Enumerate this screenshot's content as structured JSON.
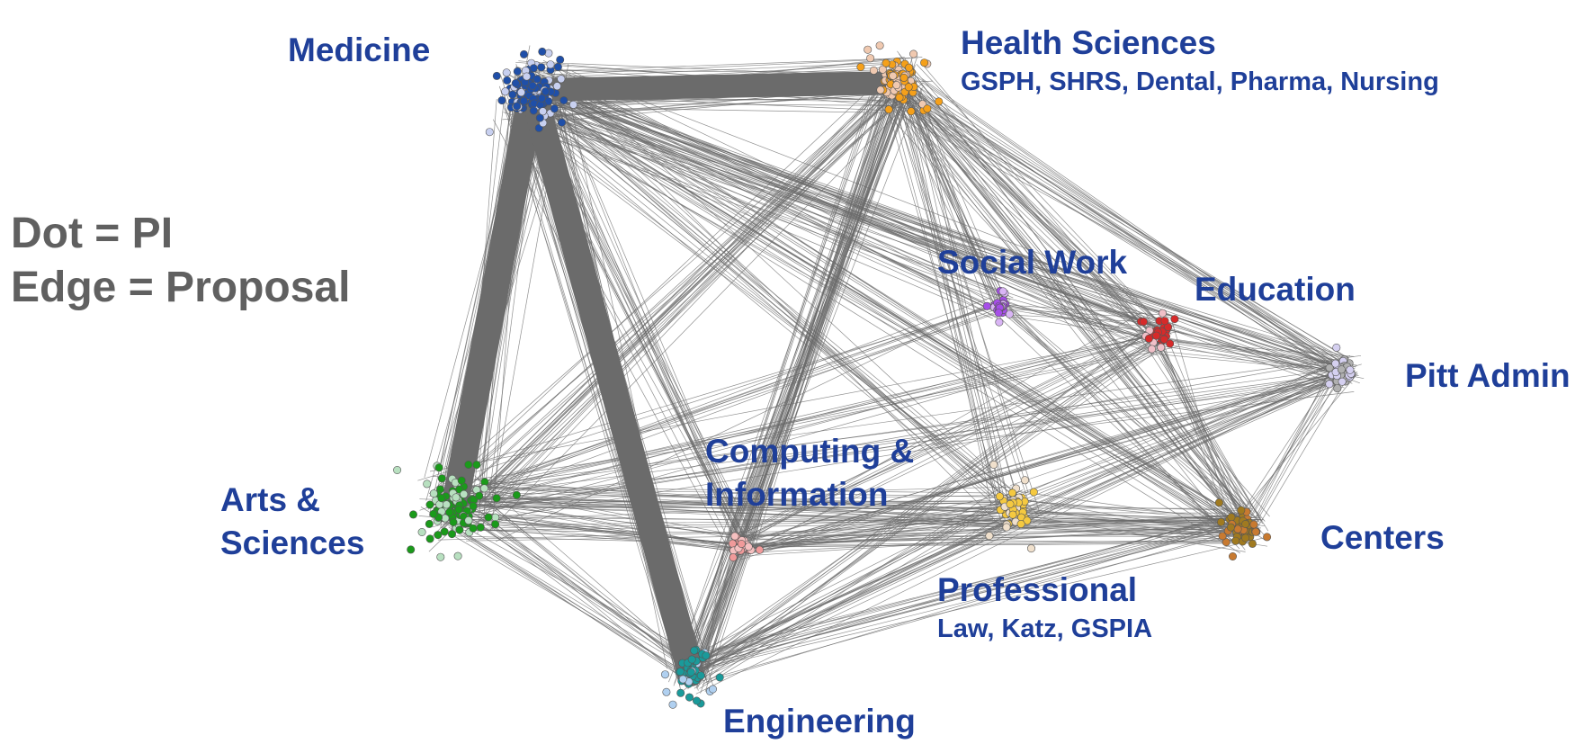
{
  "legend": {
    "line1": "Dot =  PI",
    "line2": "Edge = Proposal"
  },
  "colors": {
    "label": "#1f3f99",
    "legend": "#606060",
    "edge": "#6b6b6b"
  },
  "clusters": [
    {
      "id": "medicine",
      "name": "Medicine",
      "sub": "",
      "color": "#1f4fa8",
      "alt": "#c8d0f0"
    },
    {
      "id": "health",
      "name": "Health Sciences",
      "sub": "GSPH, SHRS, Dental, Pharma, Nursing",
      "color": "#f5a01a",
      "alt": "#f0c9b0"
    },
    {
      "id": "socialwork",
      "name": "Social Work",
      "sub": "",
      "color": "#a64ee8",
      "alt": "#d9b5f5"
    },
    {
      "id": "education",
      "name": "Education",
      "sub": "",
      "color": "#d62a2a",
      "alt": "#f0c0c8"
    },
    {
      "id": "pittadmin",
      "name": "Pitt Admin",
      "sub": "",
      "color": "#b0b0b0",
      "alt": "#d5d0f0"
    },
    {
      "id": "arts",
      "name": "Arts &",
      "name2": "Sciences",
      "sub": "",
      "color": "#1a9a1a",
      "alt": "#b8e0c0"
    },
    {
      "id": "computing",
      "name": "Computing &",
      "name2": "Information",
      "sub": "",
      "color": "#f09a9a",
      "alt": "#f5c0c0"
    },
    {
      "id": "professional",
      "name": "Professional",
      "sub": "Law, Katz, GSPIA",
      "color": "#f5c940",
      "alt": "#f0e0cc"
    },
    {
      "id": "centers",
      "name": "Centers",
      "sub": "",
      "color": "#a07a20",
      "alt": "#c87a30"
    },
    {
      "id": "engineering",
      "name": "Engineering",
      "sub": "",
      "color": "#1a9a9a",
      "alt": "#b0d0f0"
    }
  ],
  "links": [
    {
      "a": "medicine",
      "b": "health",
      "weight": 10
    },
    {
      "a": "medicine",
      "b": "arts",
      "weight": 10
    },
    {
      "a": "medicine",
      "b": "engineering",
      "weight": 10
    },
    {
      "a": "health",
      "b": "engineering",
      "weight": 6
    },
    {
      "a": "health",
      "b": "arts",
      "weight": 5
    },
    {
      "a": "medicine",
      "b": "education",
      "weight": 5
    },
    {
      "a": "health",
      "b": "education",
      "weight": 4
    },
    {
      "a": "health",
      "b": "pittadmin",
      "weight": 4
    },
    {
      "a": "medicine",
      "b": "pittadmin",
      "weight": 4
    },
    {
      "a": "medicine",
      "b": "centers",
      "weight": 4
    },
    {
      "a": "health",
      "b": "centers",
      "weight": 4
    },
    {
      "a": "arts",
      "b": "centers",
      "weight": 4
    },
    {
      "a": "arts",
      "b": "engineering",
      "weight": 4
    },
    {
      "a": "engineering",
      "b": "computing",
      "weight": 4
    },
    {
      "a": "arts",
      "b": "computing",
      "weight": 4
    },
    {
      "a": "medicine",
      "b": "computing",
      "weight": 4
    },
    {
      "a": "health",
      "b": "computing",
      "weight": 4
    },
    {
      "a": "arts",
      "b": "professional",
      "weight": 3
    },
    {
      "a": "medicine",
      "b": "professional",
      "weight": 3
    },
    {
      "a": "health",
      "b": "professional",
      "weight": 3
    },
    {
      "a": "health",
      "b": "socialwork",
      "weight": 3
    },
    {
      "a": "medicine",
      "b": "socialwork",
      "weight": 3
    },
    {
      "a": "education",
      "b": "pittadmin",
      "weight": 3
    },
    {
      "a": "education",
      "b": "centers",
      "weight": 3
    },
    {
      "a": "engineering",
      "b": "centers",
      "weight": 3
    },
    {
      "a": "engineering",
      "b": "professional",
      "weight": 3
    },
    {
      "a": "computing",
      "b": "centers",
      "weight": 3
    },
    {
      "a": "computing",
      "b": "professional",
      "weight": 3
    },
    {
      "a": "professional",
      "b": "centers",
      "weight": 3
    },
    {
      "a": "arts",
      "b": "pittadmin",
      "weight": 2
    },
    {
      "a": "arts",
      "b": "education",
      "weight": 2
    },
    {
      "a": "arts",
      "b": "socialwork",
      "weight": 2
    },
    {
      "a": "engineering",
      "b": "pittadmin",
      "weight": 2
    },
    {
      "a": "engineering",
      "b": "education",
      "weight": 2
    },
    {
      "a": "computing",
      "b": "pittadmin",
      "weight": 2
    },
    {
      "a": "computing",
      "b": "education",
      "weight": 2
    },
    {
      "a": "socialwork",
      "b": "education",
      "weight": 2
    },
    {
      "a": "socialwork",
      "b": "centers",
      "weight": 2
    },
    {
      "a": "professional",
      "b": "pittadmin",
      "weight": 2
    },
    {
      "a": "centers",
      "b": "pittadmin",
      "weight": 2
    }
  ]
}
